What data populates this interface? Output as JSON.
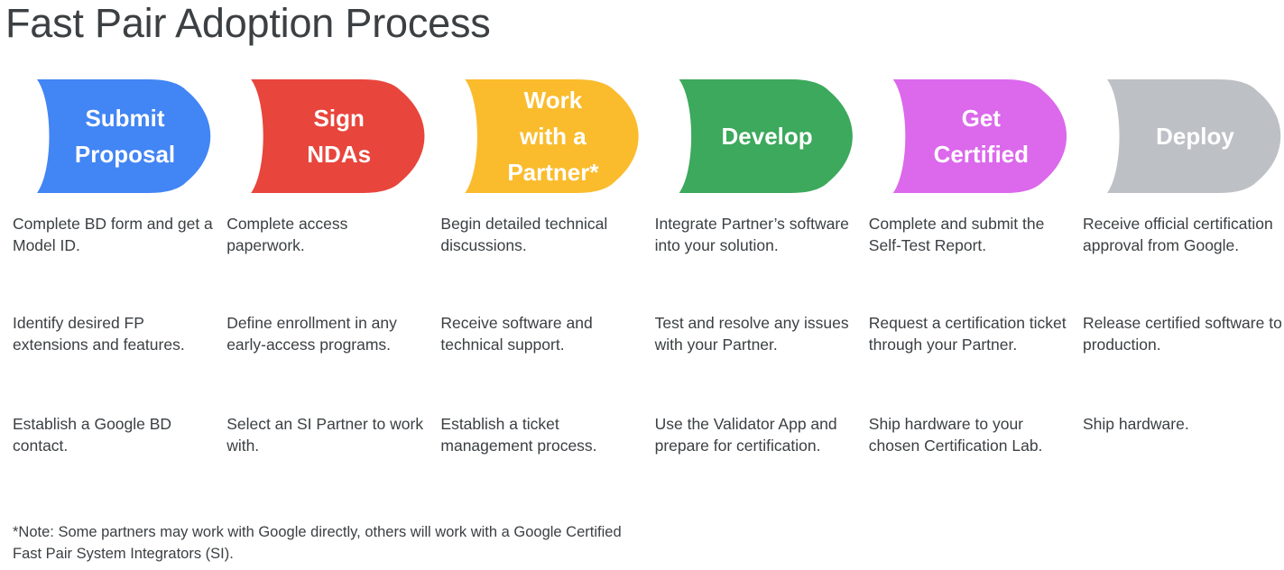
{
  "title": "Fast Pair Adoption Process",
  "colors": {
    "blue": "#4285F4",
    "red": "#E8453C",
    "yellow": "#FABC2D",
    "green": "#3CA95C",
    "magenta": "#DC68EC",
    "grey": "#BDC1C6",
    "text": "#3c4043",
    "background": "#ffffff",
    "label_text": "#ffffff"
  },
  "chart_data": {
    "type": "diagram",
    "subtype": "process-chevron-flow",
    "title": "Fast Pair Adoption Process",
    "stage_count": 6,
    "stages": [
      {
        "index": 1,
        "label_lines": [
          "Submit",
          "Proposal"
        ],
        "label": "Submit Proposal",
        "color": "#4285F4",
        "color_name": "blue",
        "items": [
          "Complete BD form and get a Model ID.",
          "Identify desired FP extensions and features.",
          "Establish a Google BD contact."
        ]
      },
      {
        "index": 2,
        "label_lines": [
          "Sign",
          "NDAs"
        ],
        "label": "Sign NDAs",
        "color": "#E8453C",
        "color_name": "red",
        "items": [
          "Complete access paperwork.",
          "Define enrollment in any early-access programs.",
          "Select an SI Partner to work with."
        ]
      },
      {
        "index": 3,
        "label_lines": [
          "Work",
          "with a",
          "Partner*"
        ],
        "label": "Work with a Partner*",
        "color": "#FABC2D",
        "color_name": "yellow",
        "items": [
          "Begin detailed technical discussions.",
          "Receive software and technical support.",
          "Establish a ticket management process."
        ]
      },
      {
        "index": 4,
        "label_lines": [
          "Develop"
        ],
        "label": "Develop",
        "color": "#3CA95C",
        "color_name": "green",
        "items": [
          "Integrate Partner’s software into your solution.",
          "Test and resolve any issues with your Partner.",
          "Use the Validator App and prepare for certification."
        ]
      },
      {
        "index": 5,
        "label_lines": [
          "Get",
          "Certified"
        ],
        "label": "Get Certified",
        "color": "#DC68EC",
        "color_name": "magenta",
        "items": [
          "Complete and submit the Self-Test Report.",
          "Request a certification ticket through your Partner.",
          "Ship hardware to your chosen Certification Lab."
        ]
      },
      {
        "index": 6,
        "label_lines": [
          "Deploy"
        ],
        "label": "Deploy",
        "color": "#BDC1C6",
        "color_name": "grey",
        "items": [
          "Receive official certification approval from Google.",
          "Release certified software to production.",
          "Ship hardware."
        ]
      }
    ],
    "footnote": "*Note: Some partners may work with Google directly, others will work with a Google Certified Fast Pair System Integrators (SI)."
  }
}
